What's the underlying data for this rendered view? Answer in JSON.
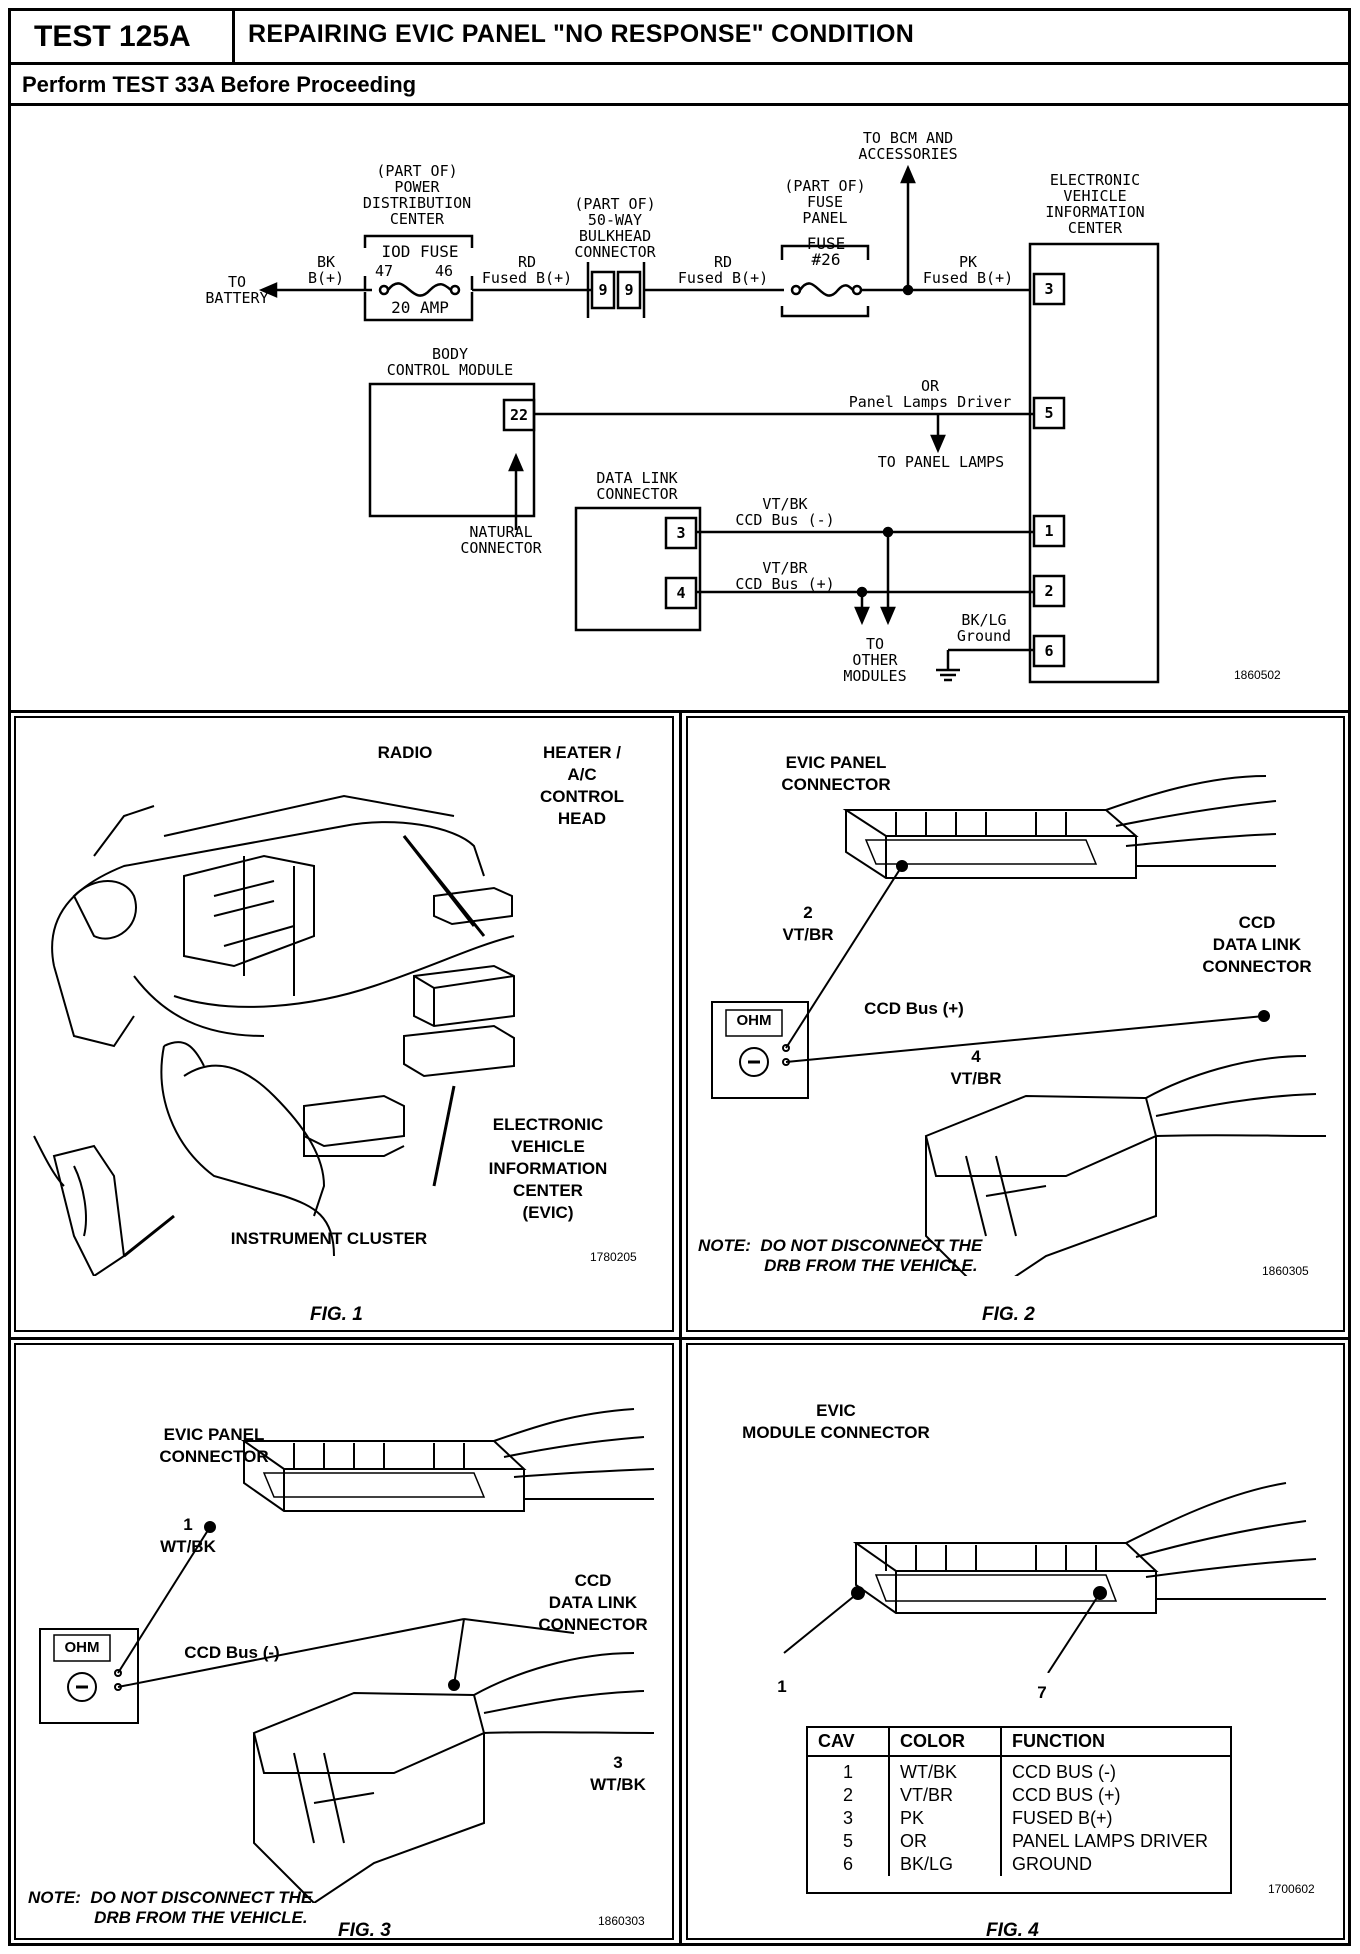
{
  "header": {
    "test_id": "TEST 125A",
    "title": "REPAIRING EVIC PANEL \"NO RESPONSE\" CONDITION",
    "subtitle": "Perform TEST 33A Before Proceeding"
  },
  "schematic": {
    "pdc_label": "(PART OF)\nPOWER\nDISTRIBUTION\nCENTER",
    "pdc_fuse": "IOD FUSE",
    "pdc_pin_47": "47",
    "pdc_pin_46": "46",
    "pdc_amp": "20 AMP",
    "to_battery": "TO\nBATTERY",
    "wire_bk": "BK\nB(+)",
    "wire_rd_1": "RD\nFused B(+)",
    "bulkhead_label": "(PART OF)\n50-WAY\nBULKHEAD\nCONNECTOR",
    "bulkhead_pin_a": "9",
    "bulkhead_pin_b": "9",
    "wire_rd_2": "RD\nFused B(+)",
    "fuse_panel_label": "(PART OF)\nFUSE\nPANEL",
    "fuse_26": "FUSE\n#26",
    "to_bcm": "TO BCM AND\nACCESSORIES",
    "wire_pk": "PK\nFused B(+)",
    "evic_label": "ELECTRONIC\nVEHICLE\nINFORMATION\nCENTER",
    "evic_pins": [
      "3",
      "5",
      "1",
      "2",
      "6"
    ],
    "bcm_label": "BODY\nCONTROL MODULE",
    "bcm_pin": "22",
    "natural_connector": "NATURAL\nCONNECTOR",
    "wire_or": "OR\nPanel Lamps Driver",
    "to_panel_lamps": "TO PANEL LAMPS",
    "dlc_label": "DATA LINK\nCONNECTOR",
    "dlc_pin_3": "3",
    "dlc_pin_4": "4",
    "wire_vtbk": "VT/BK\nCCD Bus (-)",
    "wire_vtbr": "VT/BR\nCCD Bus (+)",
    "to_other_modules": "TO\nOTHER\nMODULES",
    "wire_bklg": "BK/LG\nGround",
    "code": "1860502"
  },
  "fig1": {
    "radio": "RADIO",
    "heater": "HEATER /\nA/C\nCONTROL\nHEAD",
    "evic": "ELECTRONIC\nVEHICLE\nINFORMATION\nCENTER\n(EVIC)",
    "cluster": "INSTRUMENT CLUSTER",
    "code": "1780205",
    "caption": "FIG. 1"
  },
  "fig2": {
    "panel_connector": "EVIC PANEL\nCONNECTOR",
    "pin2": "2\nVT/BR",
    "ccd_dlc": "CCD\nDATA LINK\nCONNECTOR",
    "bus": "CCD Bus (+)",
    "pin4": "4\nVT/BR",
    "ohm": "OHM",
    "note": "NOTE:  DO NOT DISCONNECT THE\n              DRB FROM THE VEHICLE.",
    "code": "1860305",
    "caption": "FIG. 2"
  },
  "fig3": {
    "panel_connector": "EVIC PANEL\nCONNECTOR",
    "pin1": "1\nWT/BK",
    "ccd_dlc": "CCD\nDATA LINK\nCONNECTOR",
    "bus": "CCD Bus (-)",
    "pin3": "3\nWT/BK",
    "ohm": "OHM",
    "note": "NOTE:  DO NOT DISCONNECT THE\n              DRB FROM THE VEHICLE.",
    "code": "1860303",
    "caption": "FIG. 3"
  },
  "fig4": {
    "module_connector": "EVIC\nMODULE CONNECTOR",
    "pin1": "1",
    "pin7": "7",
    "table": {
      "headers": [
        "CAV",
        "COLOR",
        "FUNCTION"
      ],
      "rows": [
        [
          "1",
          "WT/BK",
          "CCD BUS (-)"
        ],
        [
          "2",
          "VT/BR",
          "CCD BUS (+)"
        ],
        [
          "3",
          "PK",
          "FUSED B(+)"
        ],
        [
          "5",
          "OR",
          "PANEL LAMPS DRIVER"
        ],
        [
          "6",
          "BK/LG",
          "GROUND"
        ]
      ]
    },
    "code": "1700602",
    "caption": "FIG. 4"
  }
}
